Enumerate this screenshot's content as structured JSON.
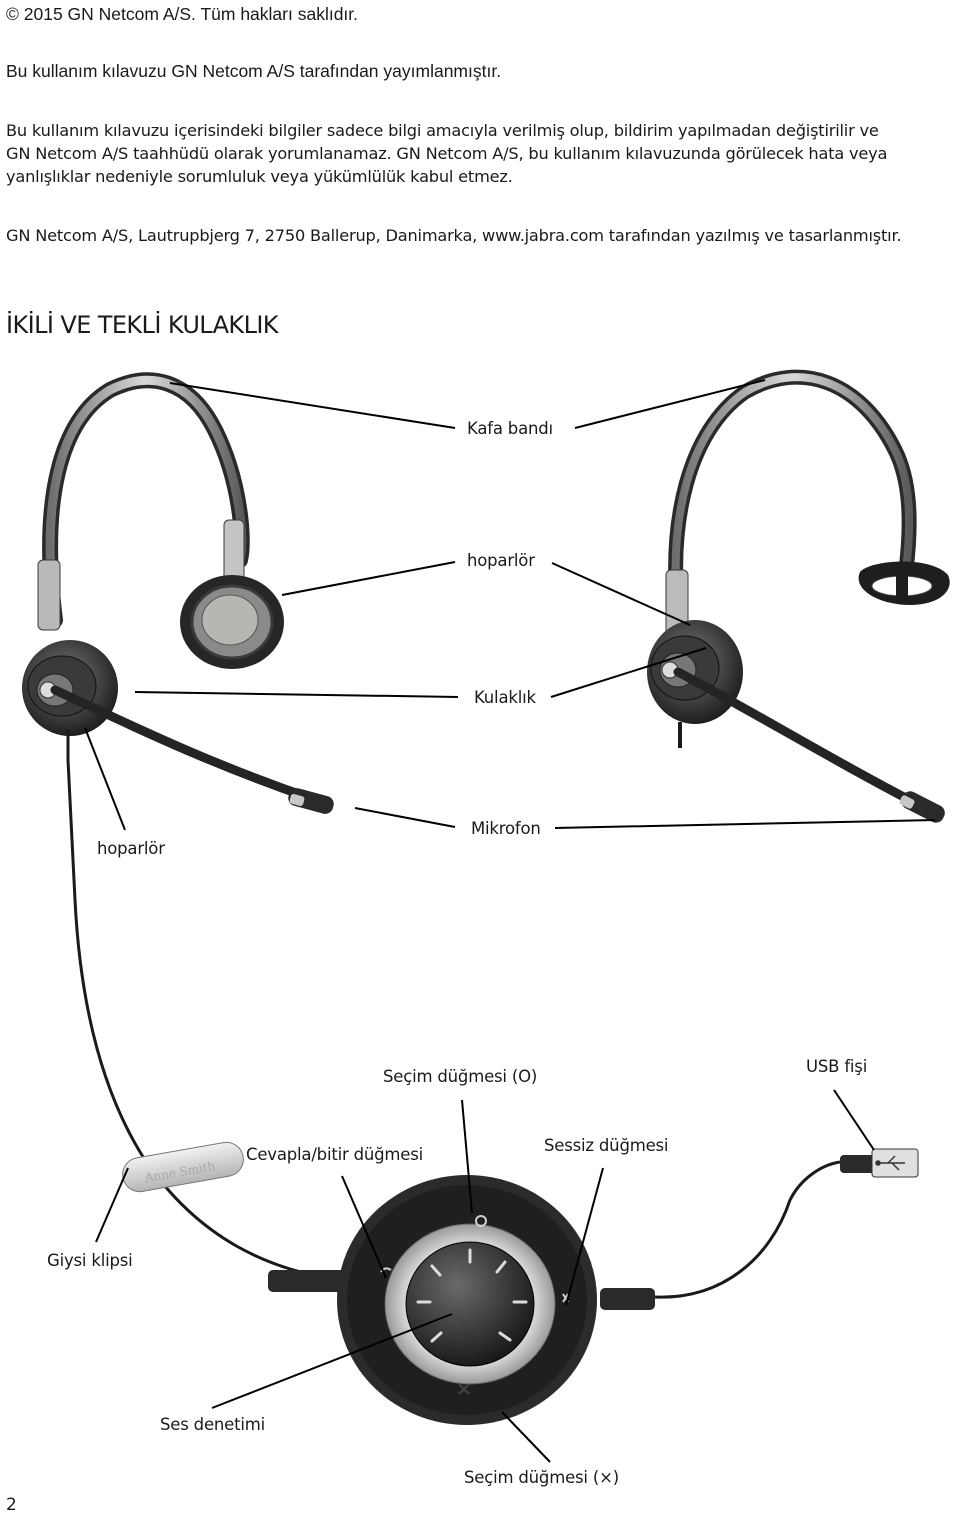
{
  "legal": {
    "copyright": "© 2015 GN Netcom A/S. Tüm hakları saklıdır.",
    "publisher": "Bu kullanım kılavuzu GN Netcom A/S tarafından yayımlanmıştır.",
    "disclaimer_line1": "Bu kullanım kılavuzu içerisindeki bilgiler sadece bilgi amacıyla verilmiş olup, bildirim yapılmadan değiştirilir ve",
    "disclaimer_line2": "GN Netcom A/S taahhüdü olarak yorumlanamaz. GN Netcom A/S, bu kullanım kılavuzunda görülecek hata veya",
    "disclaimer_line3": "yanlışlıklar nedeniyle sorumluluk veya yükümlülük kabul etmez.",
    "address": "GN Netcom A/S, Lautrupbjerg 7, 2750 Ballerup, Danimarka, www.jabra.com tarafından yazılmış ve tasarlanmıştır."
  },
  "section_title": "İKİLİ VE TEKLİ KULAKLIK",
  "labels": {
    "headband": "Kafa bandı",
    "speaker_top": "hoparlör",
    "earpiece": "Kulaklık",
    "microphone": "Mikrofon",
    "speaker_left": "hoparlör",
    "select_o": "Seçim düğmesi (O)",
    "usb_plug": "USB fişi",
    "answer_end": "Cevapla/bitir düğmesi",
    "mute": "Sessiz düğmesi",
    "clothing_clip": "Giysi klipsi",
    "volume": "Ses denetimi",
    "select_x": "Seçim düğmesi (×)"
  },
  "clip_engraving": "Anne Smith",
  "page_number": "2",
  "icon": {
    "usb": "usb-trident-icon"
  }
}
